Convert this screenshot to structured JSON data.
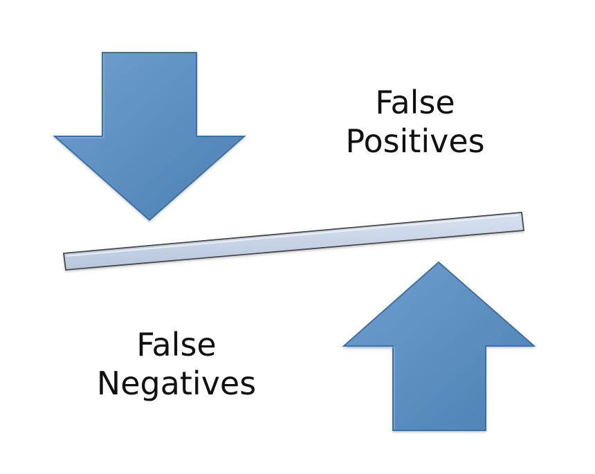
{
  "labels": {
    "top_line1": "False",
    "top_line2": "Positives",
    "bottom_line1": "False",
    "bottom_line2": "Negatives"
  },
  "colors": {
    "arrow_fill": "#5f93c4",
    "arrow_edge": "#3f6f9f",
    "beam_fill": "#c9d4e4",
    "beam_edge": "#4a4a4a",
    "text": "#111111"
  }
}
